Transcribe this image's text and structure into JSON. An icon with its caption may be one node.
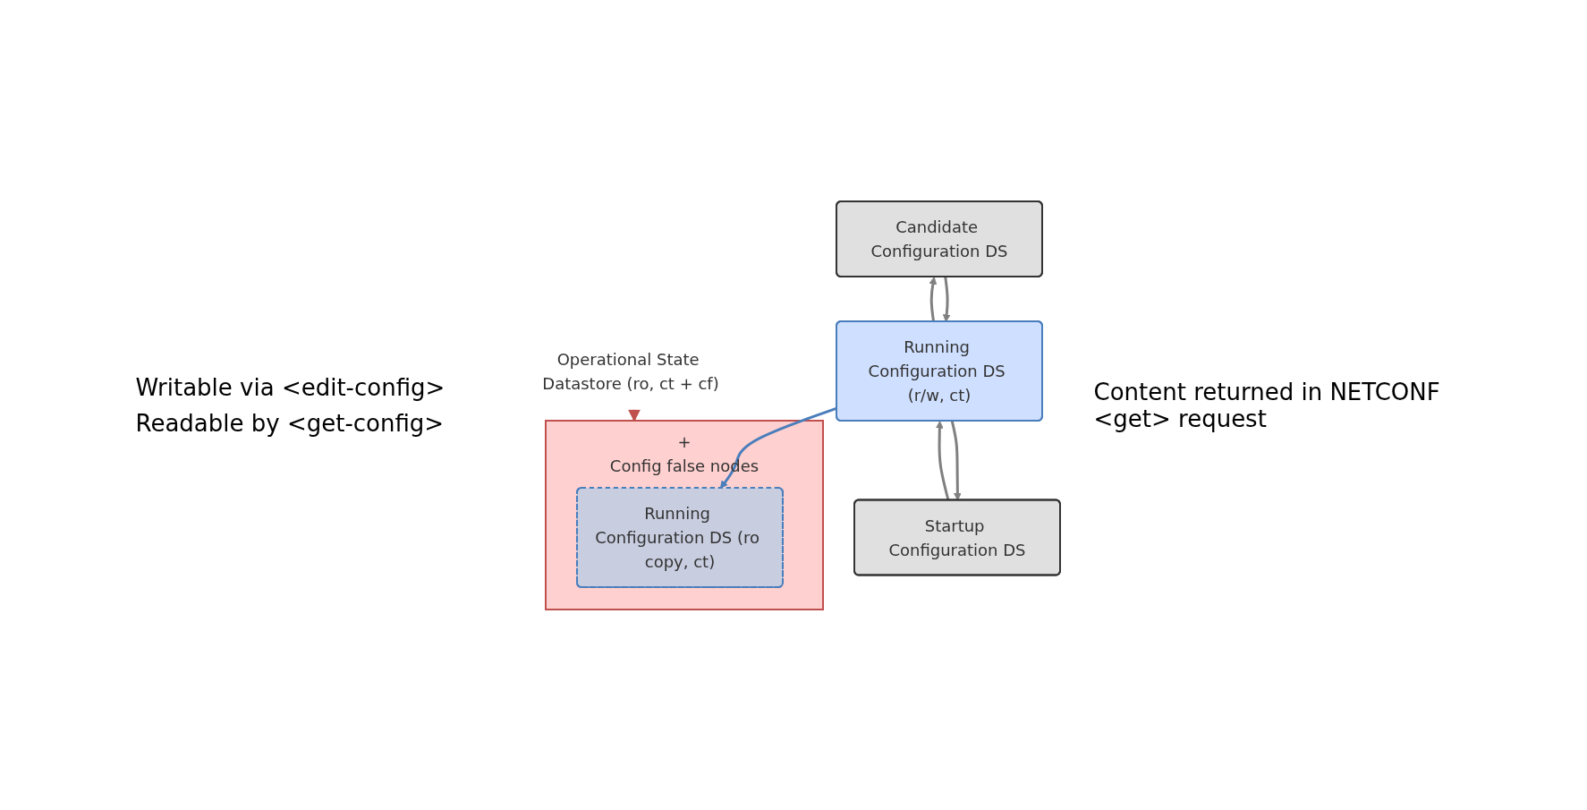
{
  "diagram": {
    "nodes": [
      {
        "text": [
          "Candidate Configuration DS"
        ]
      },
      {
        "text": [
          "Startup Configuration DS"
        ]
      },
      {
        "text": [
          "Running Configuration DS (r/w, ct)"
        ]
      },
      {
        "text": [
          "+",
          "Config false nodes"
        ]
      },
      {
        "text": [
          "Running Configuration DS (ro copy, ct)"
        ],
        "in": 3
      },
      {
        "text": [
          "Operational State Datastore (ro, ct + cf)"
        ]
      }
    ],
    "edges": [
      {
        "from": 2,
        "to": 0,
        "arrow": "to"
      },
      {
        "from": 2,
        "to": 1,
        "arrow": "to"
      },
      {
        "from": 0,
        "to": 2,
        "arrow": "to"
      },
      {
        "from": 1,
        "to": 2,
        "arrow": "to"
      },
      {
        "from": 2,
        "to": 4,
        "arrow": "to",
        "color": "#4a7ebb"
      },
      {
        "from": 5,
        "to": 3,
        "arrow": "to",
        "color": "#c0504d"
      }
    ],
    "labels": [
      "Writable via <edit-config>",
      "Readable by <get-config>",
      "Content returned in NETCONF <get> request"
    ]
  }
}
